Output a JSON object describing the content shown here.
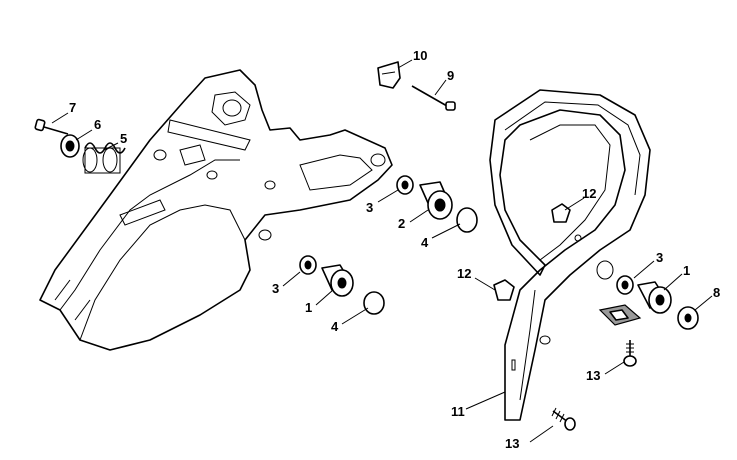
{
  "labels": [
    {
      "id": "10",
      "text": "10"
    },
    {
      "id": "9",
      "text": "9"
    },
    {
      "id": "7",
      "text": "7"
    },
    {
      "id": "6",
      "text": "6"
    },
    {
      "id": "5",
      "text": "5"
    },
    {
      "id": "12a",
      "text": "12"
    },
    {
      "id": "3a",
      "text": "3"
    },
    {
      "id": "2",
      "text": "2"
    },
    {
      "id": "4a",
      "text": "4"
    },
    {
      "id": "3b",
      "text": "3"
    },
    {
      "id": "1a",
      "text": "1"
    },
    {
      "id": "4b",
      "text": "4"
    },
    {
      "id": "12b",
      "text": "12"
    },
    {
      "id": "3c",
      "text": "3"
    },
    {
      "id": "1b",
      "text": "1"
    },
    {
      "id": "8",
      "text": "8"
    },
    {
      "id": "13a",
      "text": "13"
    },
    {
      "id": "11",
      "text": "11"
    },
    {
      "id": "13b",
      "text": "13"
    }
  ]
}
